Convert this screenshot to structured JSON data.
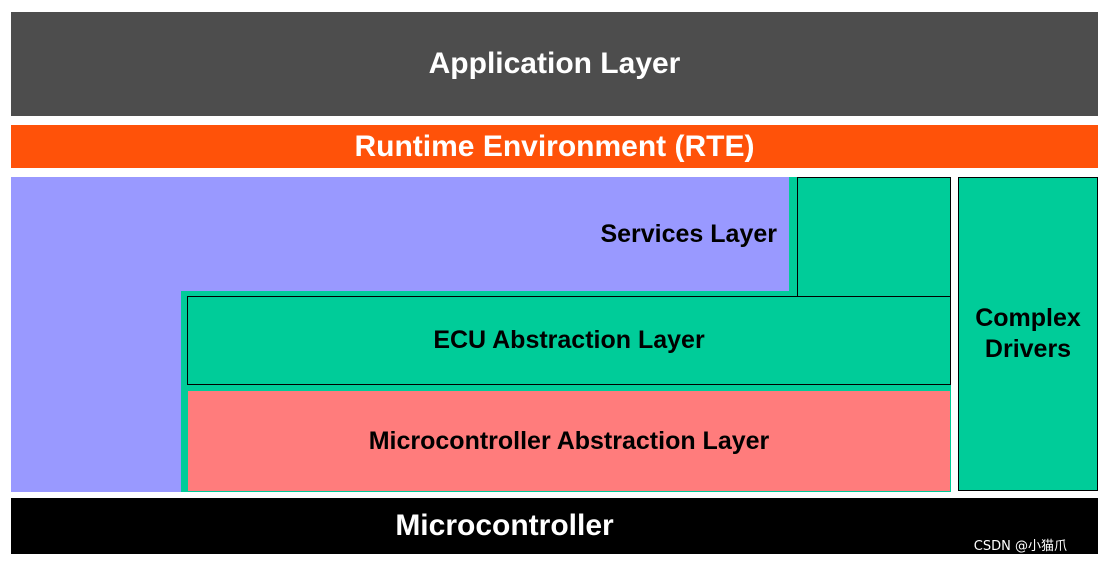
{
  "layers": {
    "application": "Application Layer",
    "rte": "Runtime Environment (RTE)",
    "services": "Services Layer",
    "ecu_abstraction": "ECU Abstraction Layer",
    "mcal": "Microcontroller Abstraction Layer",
    "complex_drivers": "Complex Drivers",
    "microcontroller": "Microcontroller"
  },
  "watermark": "CSDN @小猫爪",
  "colors": {
    "application": "#4d4d4d",
    "rte": "#ff5209",
    "services": "#9999ff",
    "ecu_abstraction": "#00cc99",
    "mcal": "#ff7c7c",
    "complex_drivers": "#00cc99",
    "microcontroller": "#000000"
  }
}
